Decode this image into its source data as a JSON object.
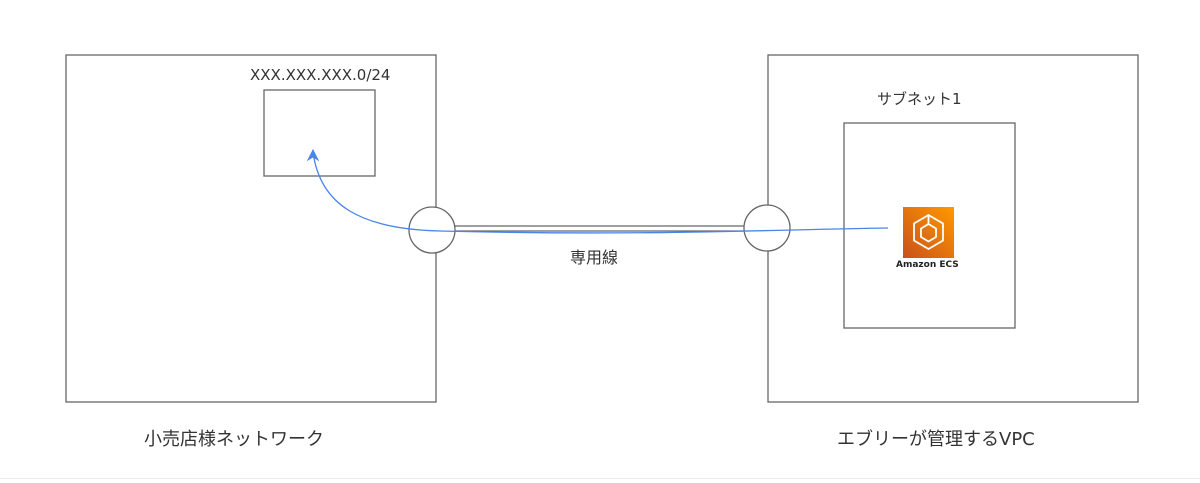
{
  "labels": {
    "left_network": "小売店様ネットワーク",
    "right_vpc": "エブリーが管理するVPC",
    "subnet_left": "XXX.XXX.XXX.0/24",
    "subnet_right": "サブネット1",
    "dedicated_line": "専用線",
    "service": "Amazon ECS"
  },
  "icons": {
    "service_icon": "amazon-ecs-icon"
  },
  "colors": {
    "stroke": "#666666",
    "flow_arrow": "#4a86e8",
    "ecs_orange": "#d86613"
  }
}
